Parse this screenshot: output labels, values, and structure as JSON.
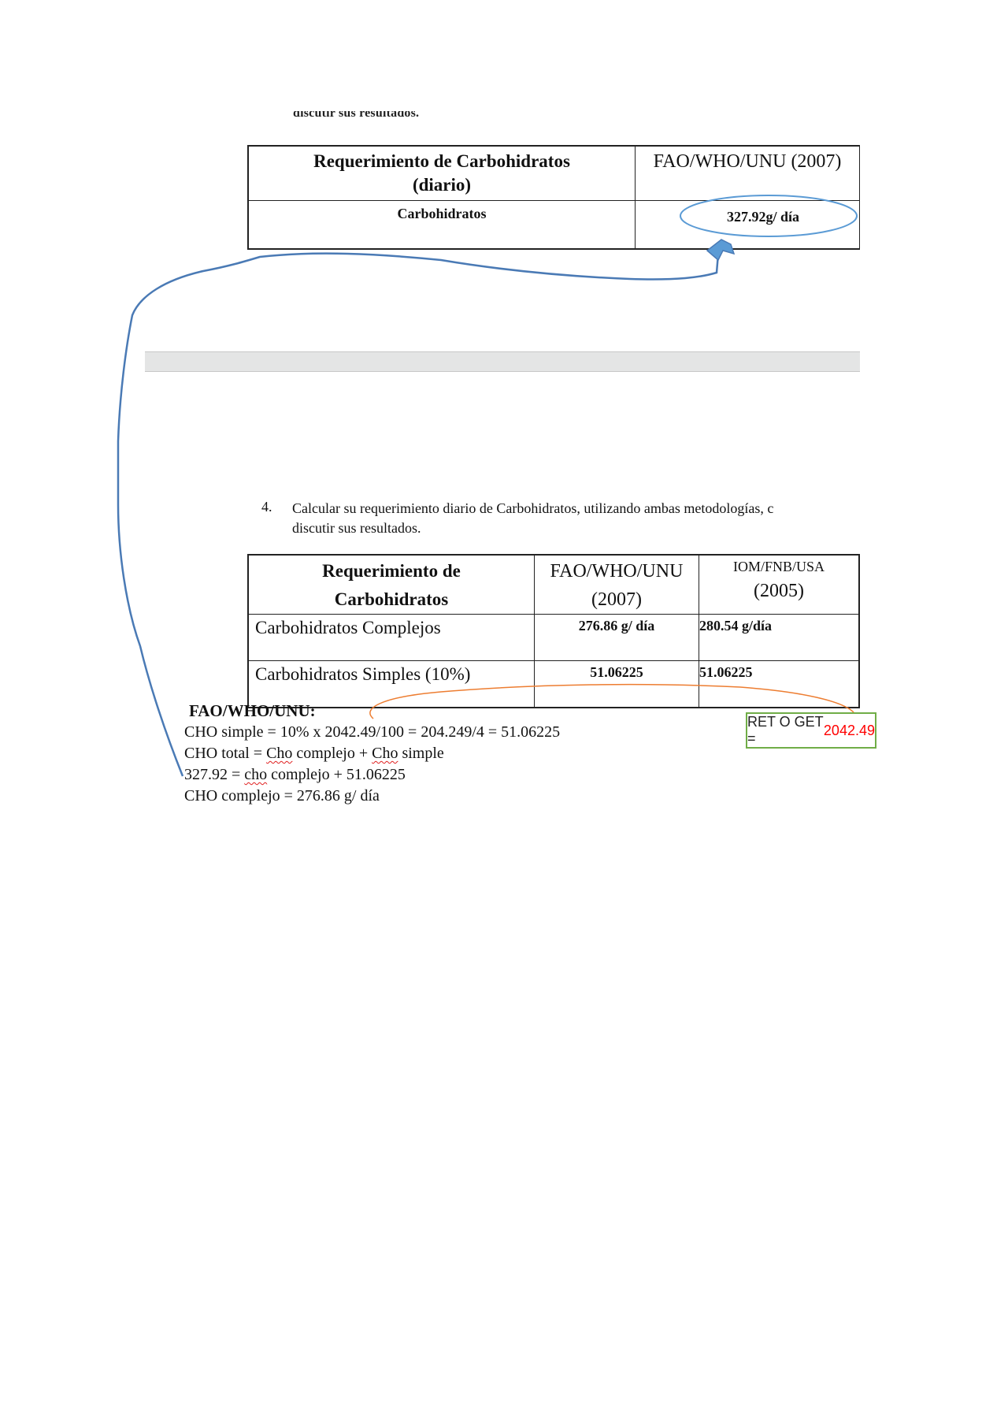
{
  "clipped_text": "discutir sus resultados.",
  "table1": {
    "header": [
      "Requerimiento de Carbohidratos (diario)",
      "FAO/WHO/UNU (2007)"
    ],
    "header_line1": "Requerimiento de Carbohidratos",
    "header_line2": "(diario)",
    "rows": [
      {
        "label": "Carbohidratos",
        "value": "327.92g/ día"
      }
    ]
  },
  "question": {
    "number": "4.",
    "line1": "Calcular su requerimiento diario de Carbohidratos, utilizando ambas metodologías, c",
    "line2": "discutir sus resultados."
  },
  "table2": {
    "header_col1_line1": "Requerimiento de",
    "header_col1_line2": "Carbohidratos",
    "header_col2_line1": "FAO/WHO/UNU",
    "header_col2_line2": "(2007)",
    "header_col3_line1": "IOM/FNB/USA",
    "header_col3_line2": "(2005)",
    "rows": [
      {
        "label": "Carbohidratos Complejos",
        "fao": "276.86 g/ día",
        "iom": "280.54 g/día"
      },
      {
        "label": "Carbohidratos Simples (10%)",
        "fao": "51.06225",
        "iom": "51.06225"
      }
    ]
  },
  "calculations": {
    "title": "FAO/WHO/UNU:",
    "line1": "CHO simple = 10% x 2042.49/100 = 204.249/4 = 51.06225",
    "line2_a": "CHO total = ",
    "line2_b": "Cho",
    "line2_c": " complejo + ",
    "line2_d": "Cho",
    "line2_e": " simple",
    "line3_a": "327.92 = ",
    "line3_b": "cho",
    "line3_c": " complejo + 51.06225",
    "line4": "CHO complejo = 276.86 g/ día"
  },
  "ret_box": {
    "label": "RET O GET =",
    "value": "2042.49"
  },
  "colors": {
    "annotation_blue": "#4a7ab5",
    "ellipse_blue": "#5b9bd5",
    "curve_orange": "#ed7d31",
    "box_green": "#70ad47",
    "value_red": "#ff0000",
    "band_gray": "#e4e5e5"
  }
}
